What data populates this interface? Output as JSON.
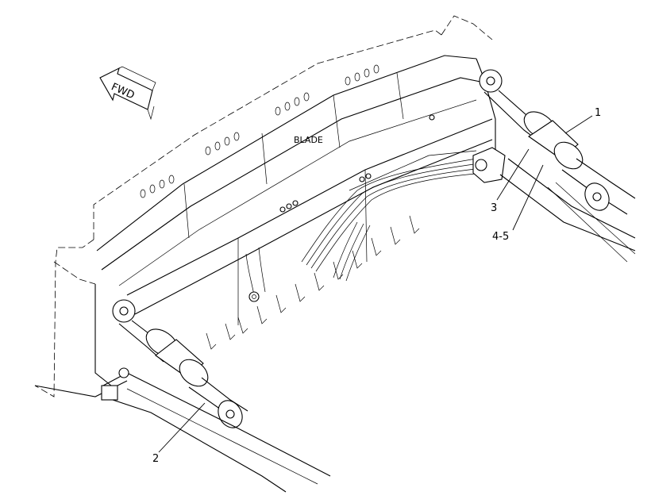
{
  "direction_arrow": {
    "label": "FWD"
  },
  "blade_label": "BLADE",
  "callouts": {
    "c1": "1",
    "c2": "2",
    "c3": "3",
    "c4": "4-5"
  }
}
